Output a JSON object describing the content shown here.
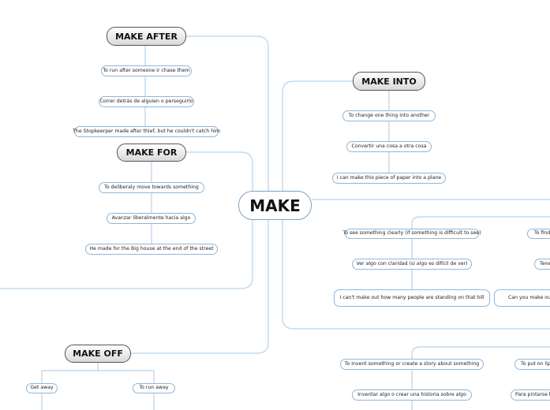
{
  "central": "MAKE",
  "topics": {
    "make_after": {
      "title": "MAKE AFTER",
      "items": [
        "To run after someone ir chase them",
        "Correr detrás de alguien o perseguirlo",
        "The Stopkeerper made after thief, but he couldn't catch him"
      ]
    },
    "make_for": {
      "title": "MAKE FOR",
      "items": [
        "To deliberaly move towards something",
        "Avanzar liberalmente hacia algo",
        "He made for the Big house at the end of the street"
      ]
    },
    "make_into": {
      "title": "MAKE INTO",
      "items": [
        "To change one thing into another",
        "Convertir una cosa a otra cosa",
        "I can make this piece of paper into a plane"
      ]
    },
    "make_out": {
      "items": [
        "To see something clearly (if something is difficult to see)",
        "Ver algo con claridad (si algo es difícil de ver)",
        "I can't make out how many people are standing on that hill"
      ],
      "partial_items": [
        "To find",
        "Tene",
        "Can you make ou"
      ]
    },
    "make_up": {
      "items": [
        "To invent something or create a story about something",
        "Inventar algo o crear una historia sobre algo"
      ],
      "partial_items": [
        "To put on lip",
        "Para pintarse l"
      ]
    },
    "make_off": {
      "title": "MAKE OFF",
      "items": [
        "Get away",
        "To run away"
      ]
    }
  }
}
